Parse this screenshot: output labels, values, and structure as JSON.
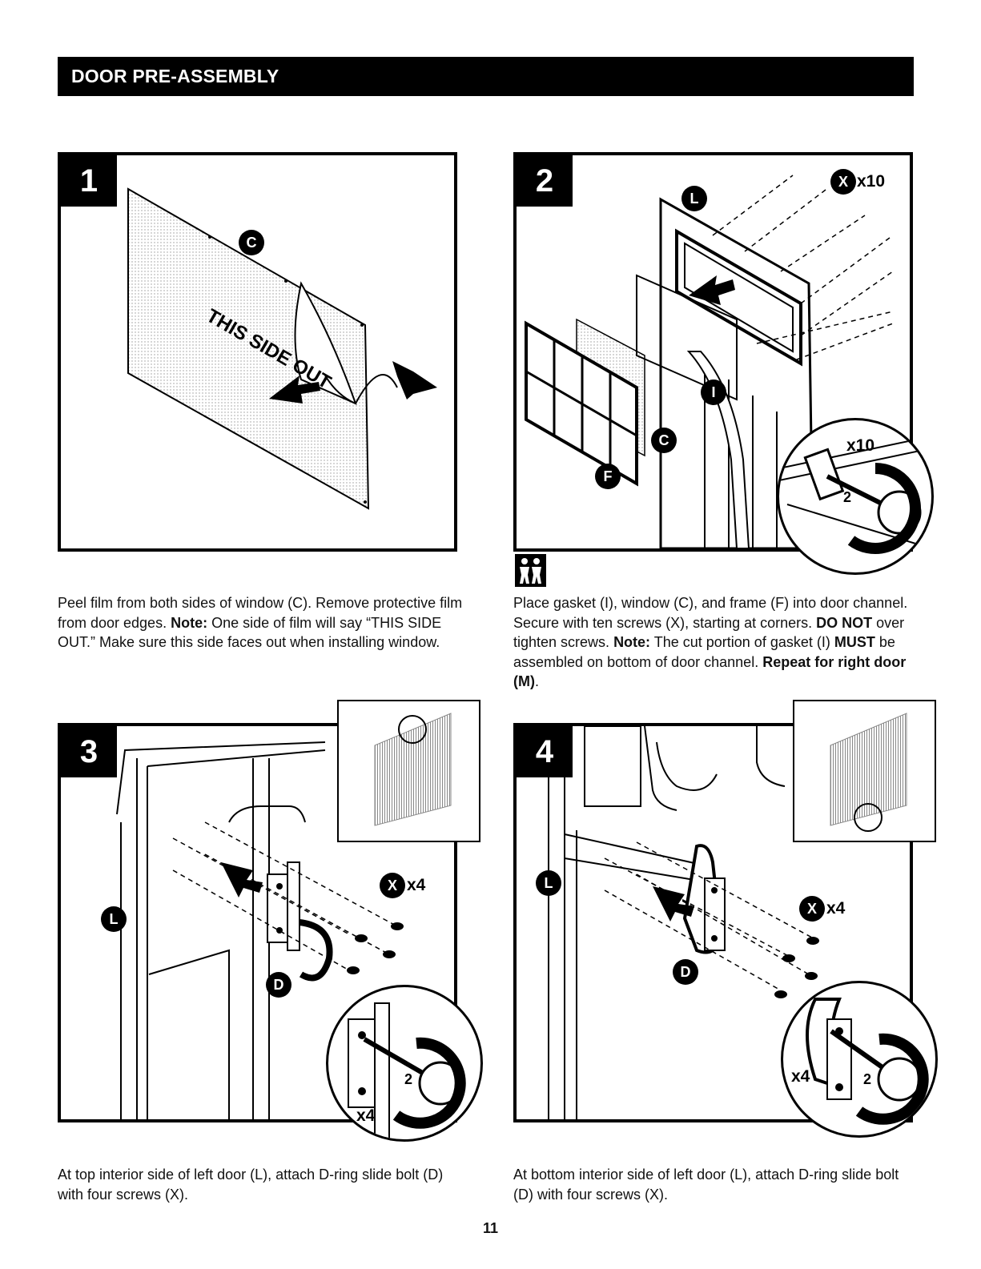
{
  "header": {
    "title": "DOOR PRE-ASSEMBLY"
  },
  "page_number": "11",
  "steps": [
    {
      "number": "1",
      "callouts": {
        "window": "C"
      },
      "panel_text": "THIS SIDE OUT",
      "description": {
        "t1": "Peel film from both sides of window (C). Remove protective film from door edges. ",
        "note_label": "Note:",
        "t2": " One side of film will say “THIS SIDE OUT.” Make sure this side faces out when installing window."
      }
    },
    {
      "number": "2",
      "callouts": {
        "door": "L",
        "screw": "X",
        "gasket": "I",
        "window": "C",
        "frame": "F"
      },
      "screw_qty": "x10",
      "mag_qty": "x10",
      "mag_step": "2",
      "people_icon": "two-person-icon",
      "description": {
        "t1": "Place gasket (I), window (C), and frame (F) into door channel. Secure with ten screws (X), starting at corners. ",
        "do_not": "DO NOT",
        "t2": " over tighten screws. ",
        "note_label": "Note:",
        "t3": " The cut portion of gasket (I) ",
        "must": "MUST",
        "t4": " be assembled on bottom of door channel. ",
        "repeat": "Repeat for right door (M)",
        "t5": "."
      }
    },
    {
      "number": "3",
      "callouts": {
        "door": "L",
        "screw": "X",
        "bolt": "D"
      },
      "screw_qty": "x4",
      "mag_qty": "x4",
      "mag_step": "2",
      "description": "At top interior side of left door (L), attach D-ring slide bolt (D) with four screws (X)."
    },
    {
      "number": "4",
      "callouts": {
        "door": "L",
        "screw": "X",
        "bolt": "D"
      },
      "screw_qty": "x4",
      "mag_qty": "x4",
      "mag_step": "2",
      "description": "At bottom interior side of left door (L), attach D-ring slide bolt (D) with four screws (X)."
    }
  ]
}
